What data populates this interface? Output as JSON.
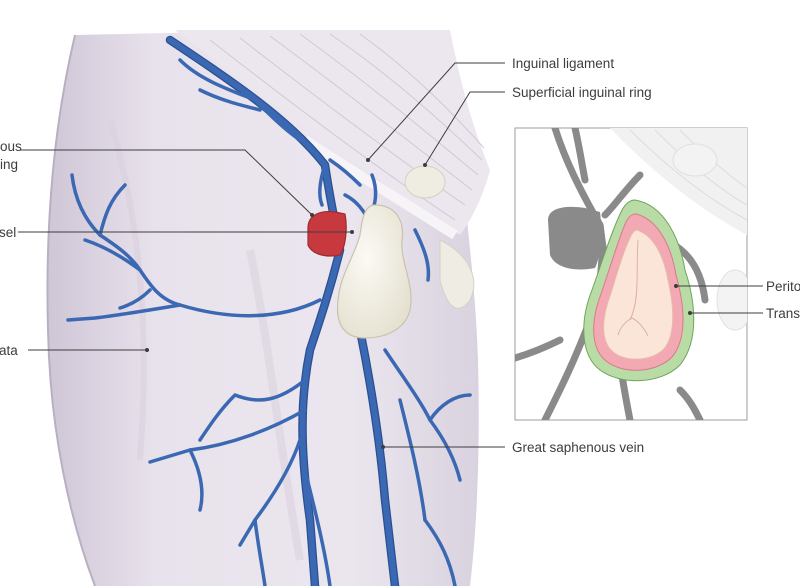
{
  "labels": {
    "inguinal_ligament": "Inguinal ligament",
    "superficial_inguinal_ring": "Superficial inguinal ring",
    "saphenous_opening": "ous\ning",
    "vessel_fragment": "sel",
    "fascia_lata_fragment": "ata",
    "great_saphenous_vein": "Great saphenous vein",
    "inset_peritoneum_fragment": "Perito",
    "inset_transversalis_fragment": "Transv"
  },
  "colors": {
    "vein": "#3b68b3",
    "vein_outline": "#2b4f90",
    "thigh": "#e4dde8",
    "hernia_sac": "#f3f0e6",
    "femoral_artery_red": "#c8393f",
    "inset_peritoneum": "#f2a9b3",
    "inset_transversalis": "#b9dca6",
    "inset_grey": "#8a8a8a"
  }
}
